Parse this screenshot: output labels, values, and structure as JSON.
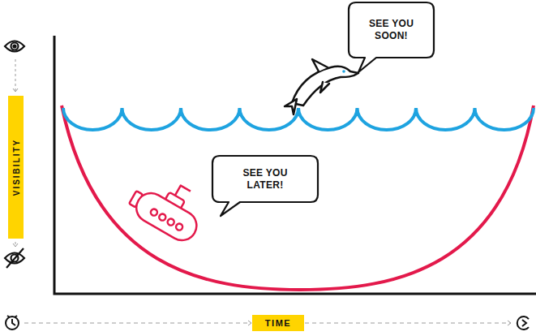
{
  "diagram": {
    "nodes": [
      {
        "text": [
          "SEE YOU SOON!"
        ]
      },
      {
        "text": [
          "SEE YOU LATER!"
        ]
      },
      {
        "text": [
          "VISIBILITY"
        ]
      },
      {
        "text": [
          "TIME"
        ]
      }
    ]
  }
}
